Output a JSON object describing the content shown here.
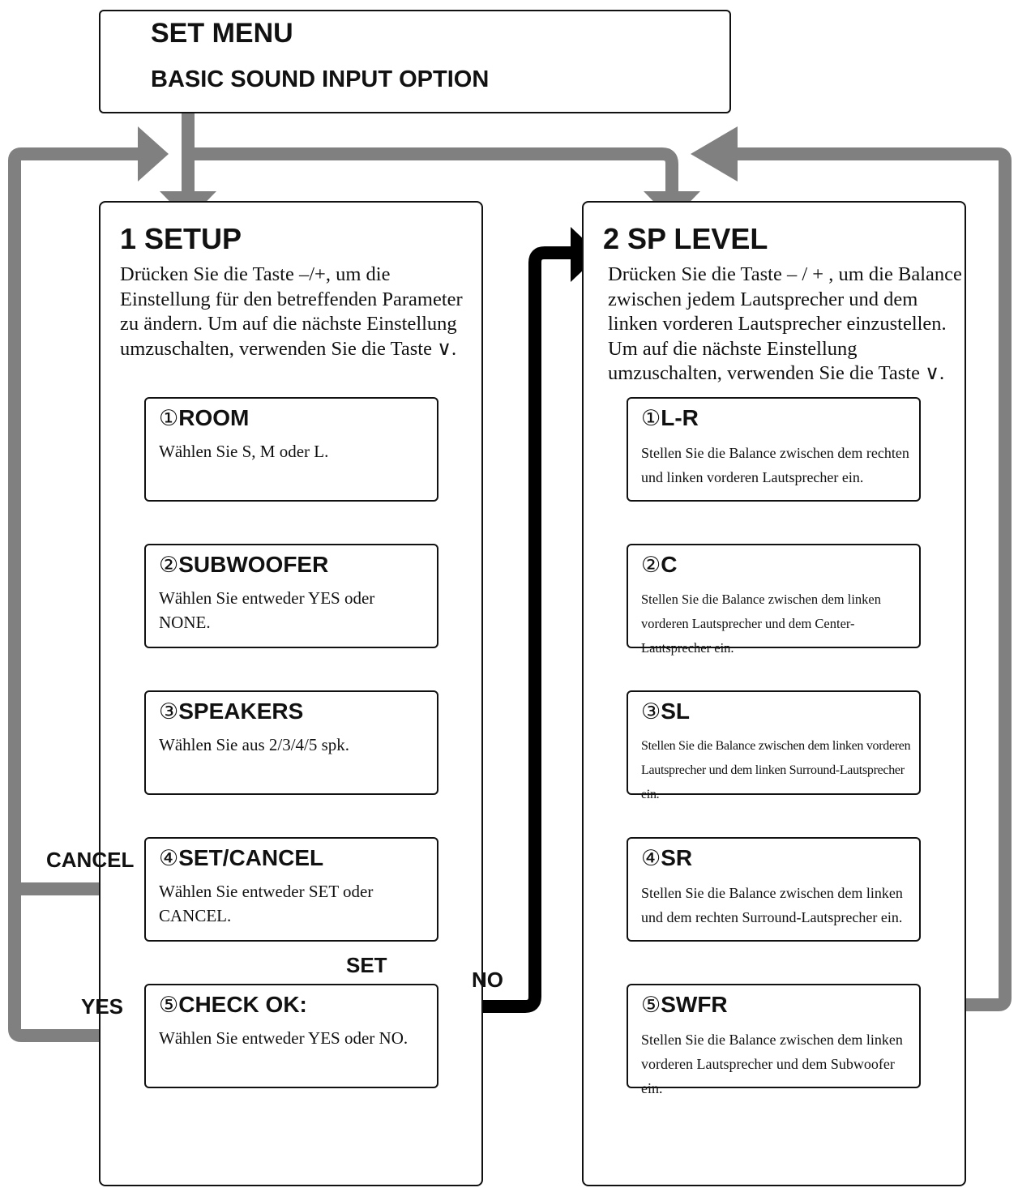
{
  "menu": {
    "title": "SET MENU",
    "tabs": "BASIC SOUND INPUT OPTION"
  },
  "setup": {
    "title": "1 SETUP",
    "description": "Drücken Sie die Taste –/+, um die Einstellung für den betreffenden Parameter zu ändern. Um auf die nächste Einstellung umzuschalten, verwenden Sie die Taste ∨.",
    "steps": [
      {
        "num": "①",
        "title": "ROOM",
        "text": "Wählen Sie S, M oder L."
      },
      {
        "num": "②",
        "title": "SUBWOOFER",
        "text": "Wählen Sie entweder YES oder NONE."
      },
      {
        "num": "③",
        "title": "SPEAKERS",
        "text": "Wählen Sie aus 2/3/4/5 spk."
      },
      {
        "num": "④",
        "title": "SET/CANCEL",
        "text": "Wählen Sie entweder SET oder CANCEL."
      },
      {
        "num": "⑤",
        "title": "CHECK OK:",
        "text": "Wählen Sie entweder YES oder NO."
      }
    ]
  },
  "sp_level": {
    "title": "2 SP LEVEL",
    "description": "Drücken Sie die Taste – / + , um die Balance zwischen jedem Lautsprecher und dem linken vorderen Lautsprecher einzustellen. Um auf die nächste Einstellung umzuschalten, verwenden Sie die Taste ∨.",
    "steps": [
      {
        "num": "①",
        "title": "L-R",
        "text": "Stellen Sie die Balance zwischen dem rechten und linken vorderen Lautsprecher ein."
      },
      {
        "num": "②",
        "title": "C",
        "text": "Stellen Sie die Balance zwischen dem linken vorderen Lautsprecher und dem Center-Lautsprecher ein."
      },
      {
        "num": "③",
        "title": "SL",
        "text": "Stellen Sie die Balance zwischen dem linken vorderen Lautsprecher und dem linken Surround-Lautsprecher ein."
      },
      {
        "num": "④",
        "title": "SR",
        "text": "Stellen Sie die Balance zwischen dem linken und dem rechten Surround-Lautsprecher ein."
      },
      {
        "num": "⑤",
        "title": "SWFR",
        "text": "Stellen Sie die Balance zwischen dem linken vorderen Lautsprecher und dem Subwoofer ein."
      }
    ]
  },
  "labels": {
    "cancel": "CANCEL",
    "set": "SET",
    "yes": "YES",
    "no": "NO"
  },
  "colors": {
    "flow_arrow": "#808080",
    "no_arrow": "#000000",
    "border": "#111111"
  }
}
